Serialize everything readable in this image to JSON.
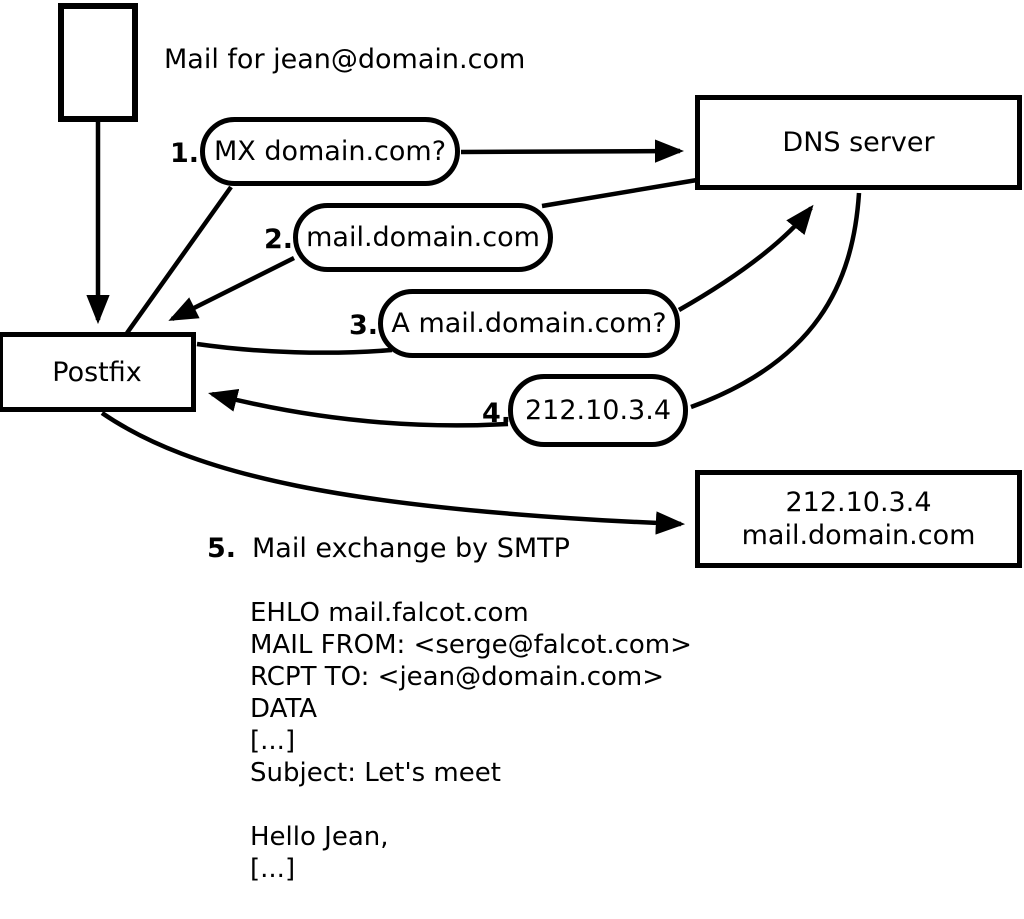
{
  "labels": {
    "mail_for": "Mail for jean@domain.com"
  },
  "nodes": {
    "postfix": "Postfix",
    "dns": "DNS server",
    "target": {
      "line1": "212.10.3.4",
      "line2": "mail.domain.com"
    }
  },
  "steps": {
    "s1": {
      "num": "1.",
      "label": "MX domain.com?"
    },
    "s2": {
      "num": "2.",
      "label": "mail.domain.com"
    },
    "s3": {
      "num": "3.",
      "label": "A mail.domain.com?"
    },
    "s4": {
      "num": "4.",
      "label": "212.10.3.4"
    },
    "s5": {
      "num": "5.",
      "label": "Mail exchange by SMTP"
    }
  },
  "smtp": {
    "lines": [
      "EHLO mail.falcot.com",
      "MAIL FROM: <serge@falcot.com>",
      "RCPT TO: <jean@domain.com>",
      "DATA",
      "[...]",
      "Subject: Let's meet",
      "",
      "Hello Jean,",
      "[...]",
      "",
      "."
    ]
  },
  "colors": {
    "stroke": "#000000",
    "background": "#ffffff"
  }
}
